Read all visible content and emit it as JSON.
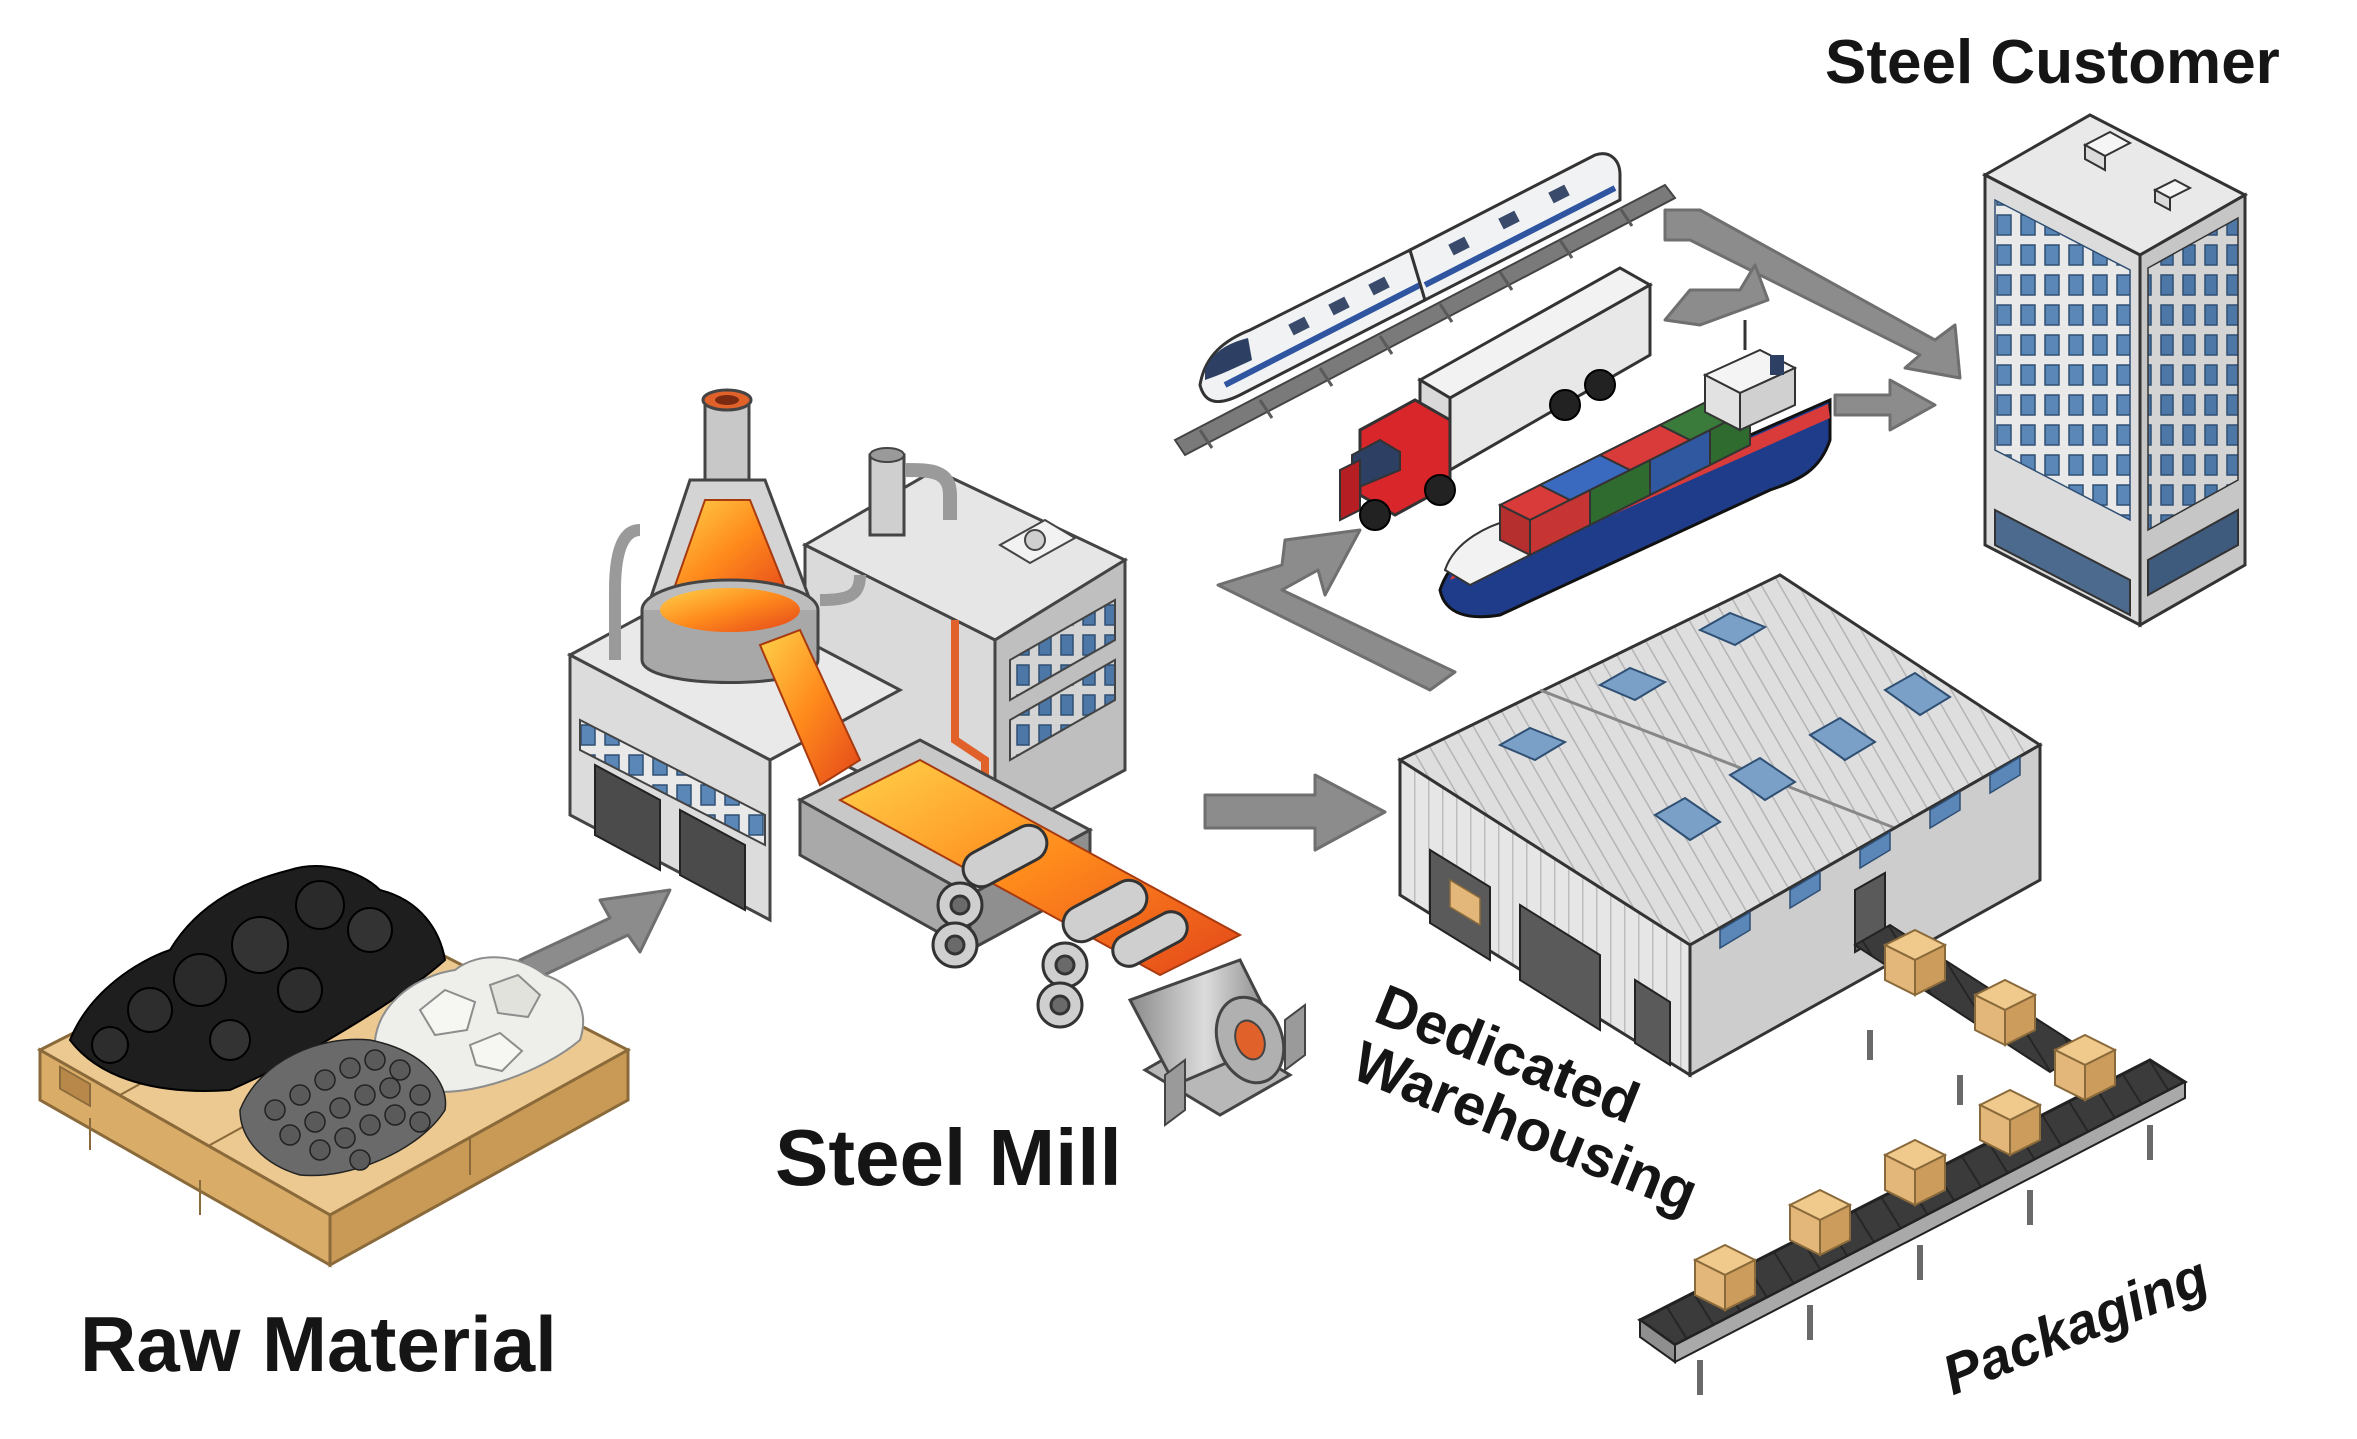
{
  "labels": {
    "steel_customer": "Steel Customer",
    "steel_mill": "Steel Mill",
    "raw_material": "Raw Material",
    "dedicated": "Dedicated",
    "warehousing": "Warehousing",
    "packaging": "Packaging"
  },
  "colors": {
    "arrow": "#8c8c8c",
    "arrow_edge": "#6f6f6f",
    "molten": "#ff7a1a",
    "molten_core": "#ffd24a",
    "wood": "#e8c48a",
    "coal": "#1e1e1e",
    "truck_cab": "#d8262b",
    "ship_hull": "#1f3c8a",
    "building_blue": "#5a86b8",
    "metal_light": "#e9e9e9",
    "metal_mid": "#c9c9c9",
    "metal_dark": "#8f8f8f",
    "box": "#e3b77a"
  }
}
